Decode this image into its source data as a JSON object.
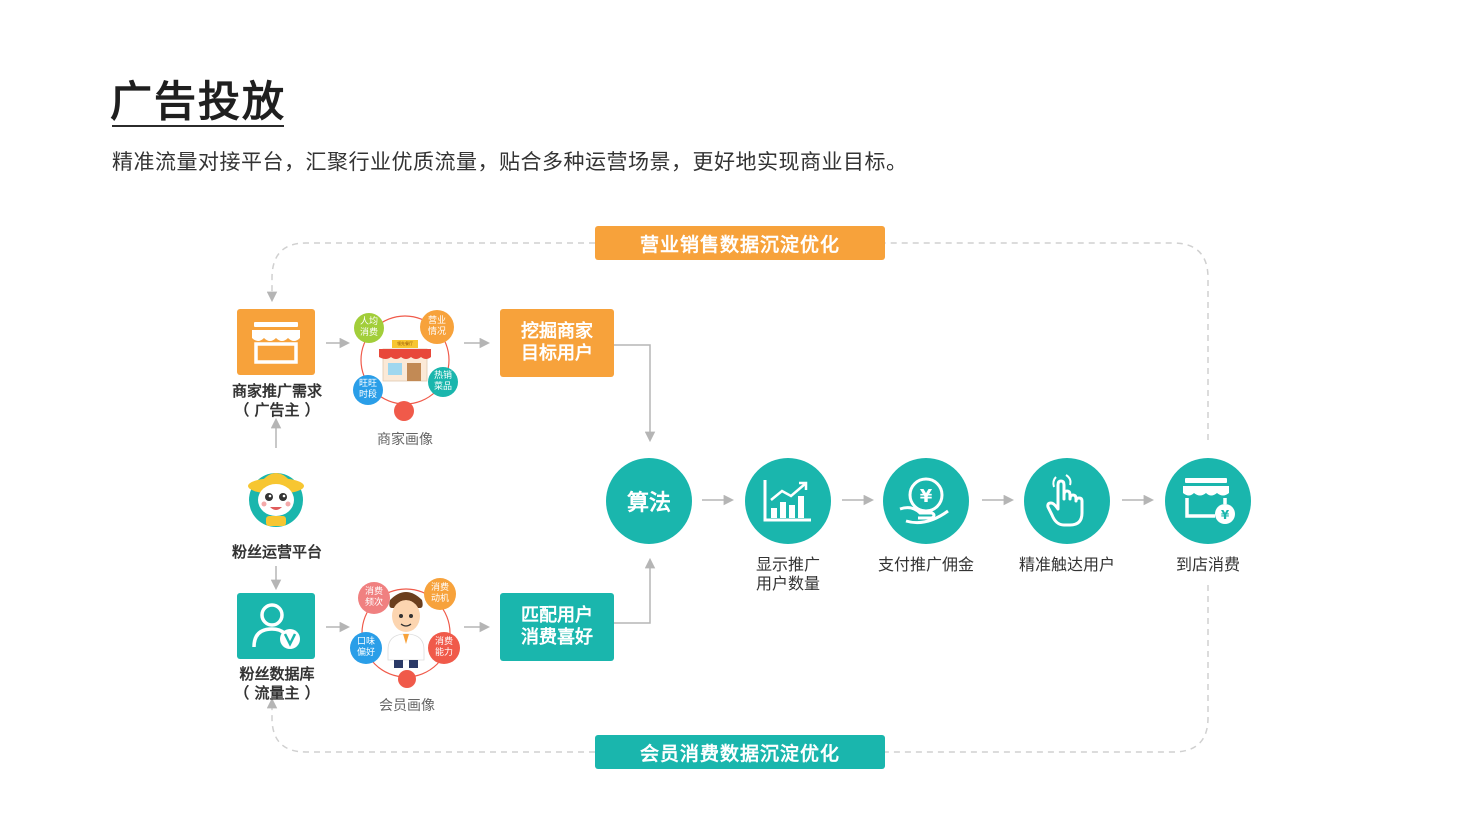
{
  "header": {
    "title": "广告投放",
    "subtitle": "精准流量对接平台，汇聚行业优质流量，贴合多种运营场景，更好地实现商业目标。"
  },
  "loops": {
    "top_label": "营业销售数据沉淀优化",
    "bottom_label": "会员消费数据沉淀优化"
  },
  "left": {
    "merchant": {
      "line1": "商家推广需求",
      "line2": "（ 广告主 ）"
    },
    "platform": {
      "label": "粉丝运营平台"
    },
    "fans_db": {
      "line1": "粉丝数据库",
      "line2": "（ 流量主 ）"
    }
  },
  "merchant_persona": {
    "caption": "商家画像",
    "sign": "领先餐厅",
    "bubbles": [
      {
        "line1": "人均",
        "line2": "消费"
      },
      {
        "line1": "营业",
        "line2": "情况"
      },
      {
        "line1": "旺旺",
        "line2": "时段"
      },
      {
        "line1": "热销",
        "line2": "菜品"
      }
    ]
  },
  "member_persona": {
    "caption": "会员画像",
    "bubbles": [
      {
        "line1": "消费",
        "line2": "频次"
      },
      {
        "line1": "消费",
        "line2": "动机"
      },
      {
        "line1": "口味",
        "line2": "偏好"
      },
      {
        "line1": "消费",
        "line2": "能力"
      }
    ]
  },
  "boxes": {
    "mine": {
      "line1": "挖掘商家",
      "line2": "目标用户"
    },
    "match": {
      "line1": "匹配用户",
      "line2": "消费喜好"
    }
  },
  "flow": {
    "algorithm": "算法",
    "steps": [
      {
        "line1": "显示推广",
        "line2": "用户数量"
      },
      {
        "line1": "支付推广佣金",
        "line2": ""
      },
      {
        "line1": "精准触达用户",
        "line2": ""
      },
      {
        "line1": "到店消费",
        "line2": ""
      }
    ]
  },
  "colors": {
    "orange": "#f7a23b",
    "teal": "#1ab6ad",
    "dash": "#cfcfcf",
    "arrow": "#b5b5b5"
  }
}
